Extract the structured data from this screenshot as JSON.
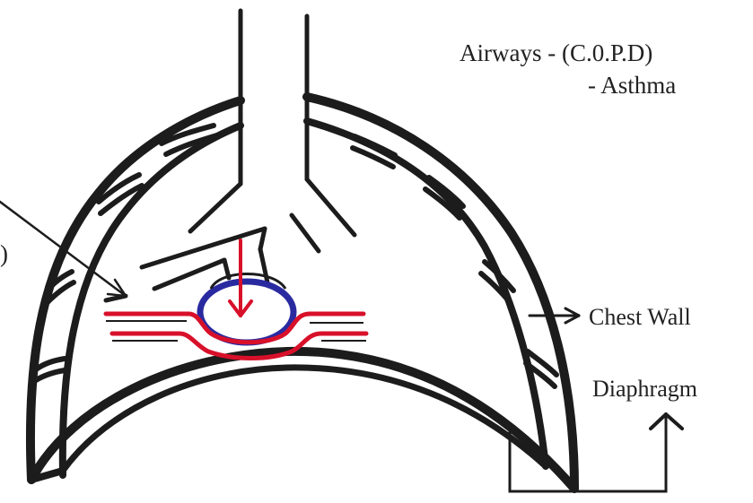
{
  "labels": {
    "airways_line1": "Airways - (C.0.P.D)",
    "airways_line2": "- Asthma",
    "chest_wall": "Chest Wall",
    "diaphragm": "Diaphragm",
    "left_fragment": ")"
  },
  "colors": {
    "ink": "#1c1c1c",
    "capillary": "#d8102a",
    "alveolus_wall": "#2a2aa0",
    "flow_arrow": "#d8102a"
  },
  "icons": [
    "arrow-right-icon",
    "arrow-up-icon",
    "arrow-down-icon"
  ]
}
